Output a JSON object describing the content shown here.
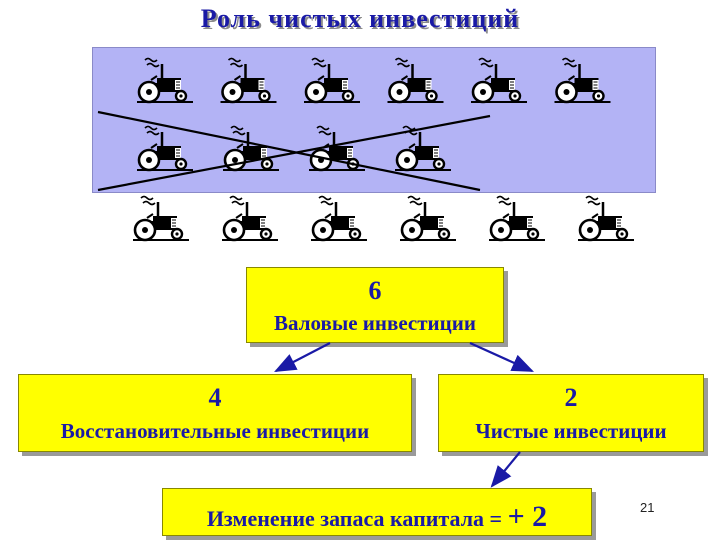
{
  "title": "Роль чистых инвестиций",
  "icons": {
    "tractor": "tractor-icon"
  },
  "tractors": {
    "panel_row_1_count": 6,
    "panel_row_2_count": 4,
    "crossed_out_count": 4,
    "outside_row_count": 6
  },
  "gross": {
    "number": "6",
    "label": "Валовые инвестиции"
  },
  "replacement": {
    "number": "4",
    "label": "Восстановительные инвестиции"
  },
  "net": {
    "number": "2",
    "label": "Чистые инвестиции"
  },
  "capital_change": {
    "label": "Изменение запаса капитала = ",
    "value": "+ 2"
  },
  "page_number": "21",
  "colors": {
    "title": "#1a1aa6",
    "panel": "#b3b3f5",
    "box": "#ffff00",
    "arrow": "#1a1aa6",
    "ink": "#1a1aa6"
  }
}
